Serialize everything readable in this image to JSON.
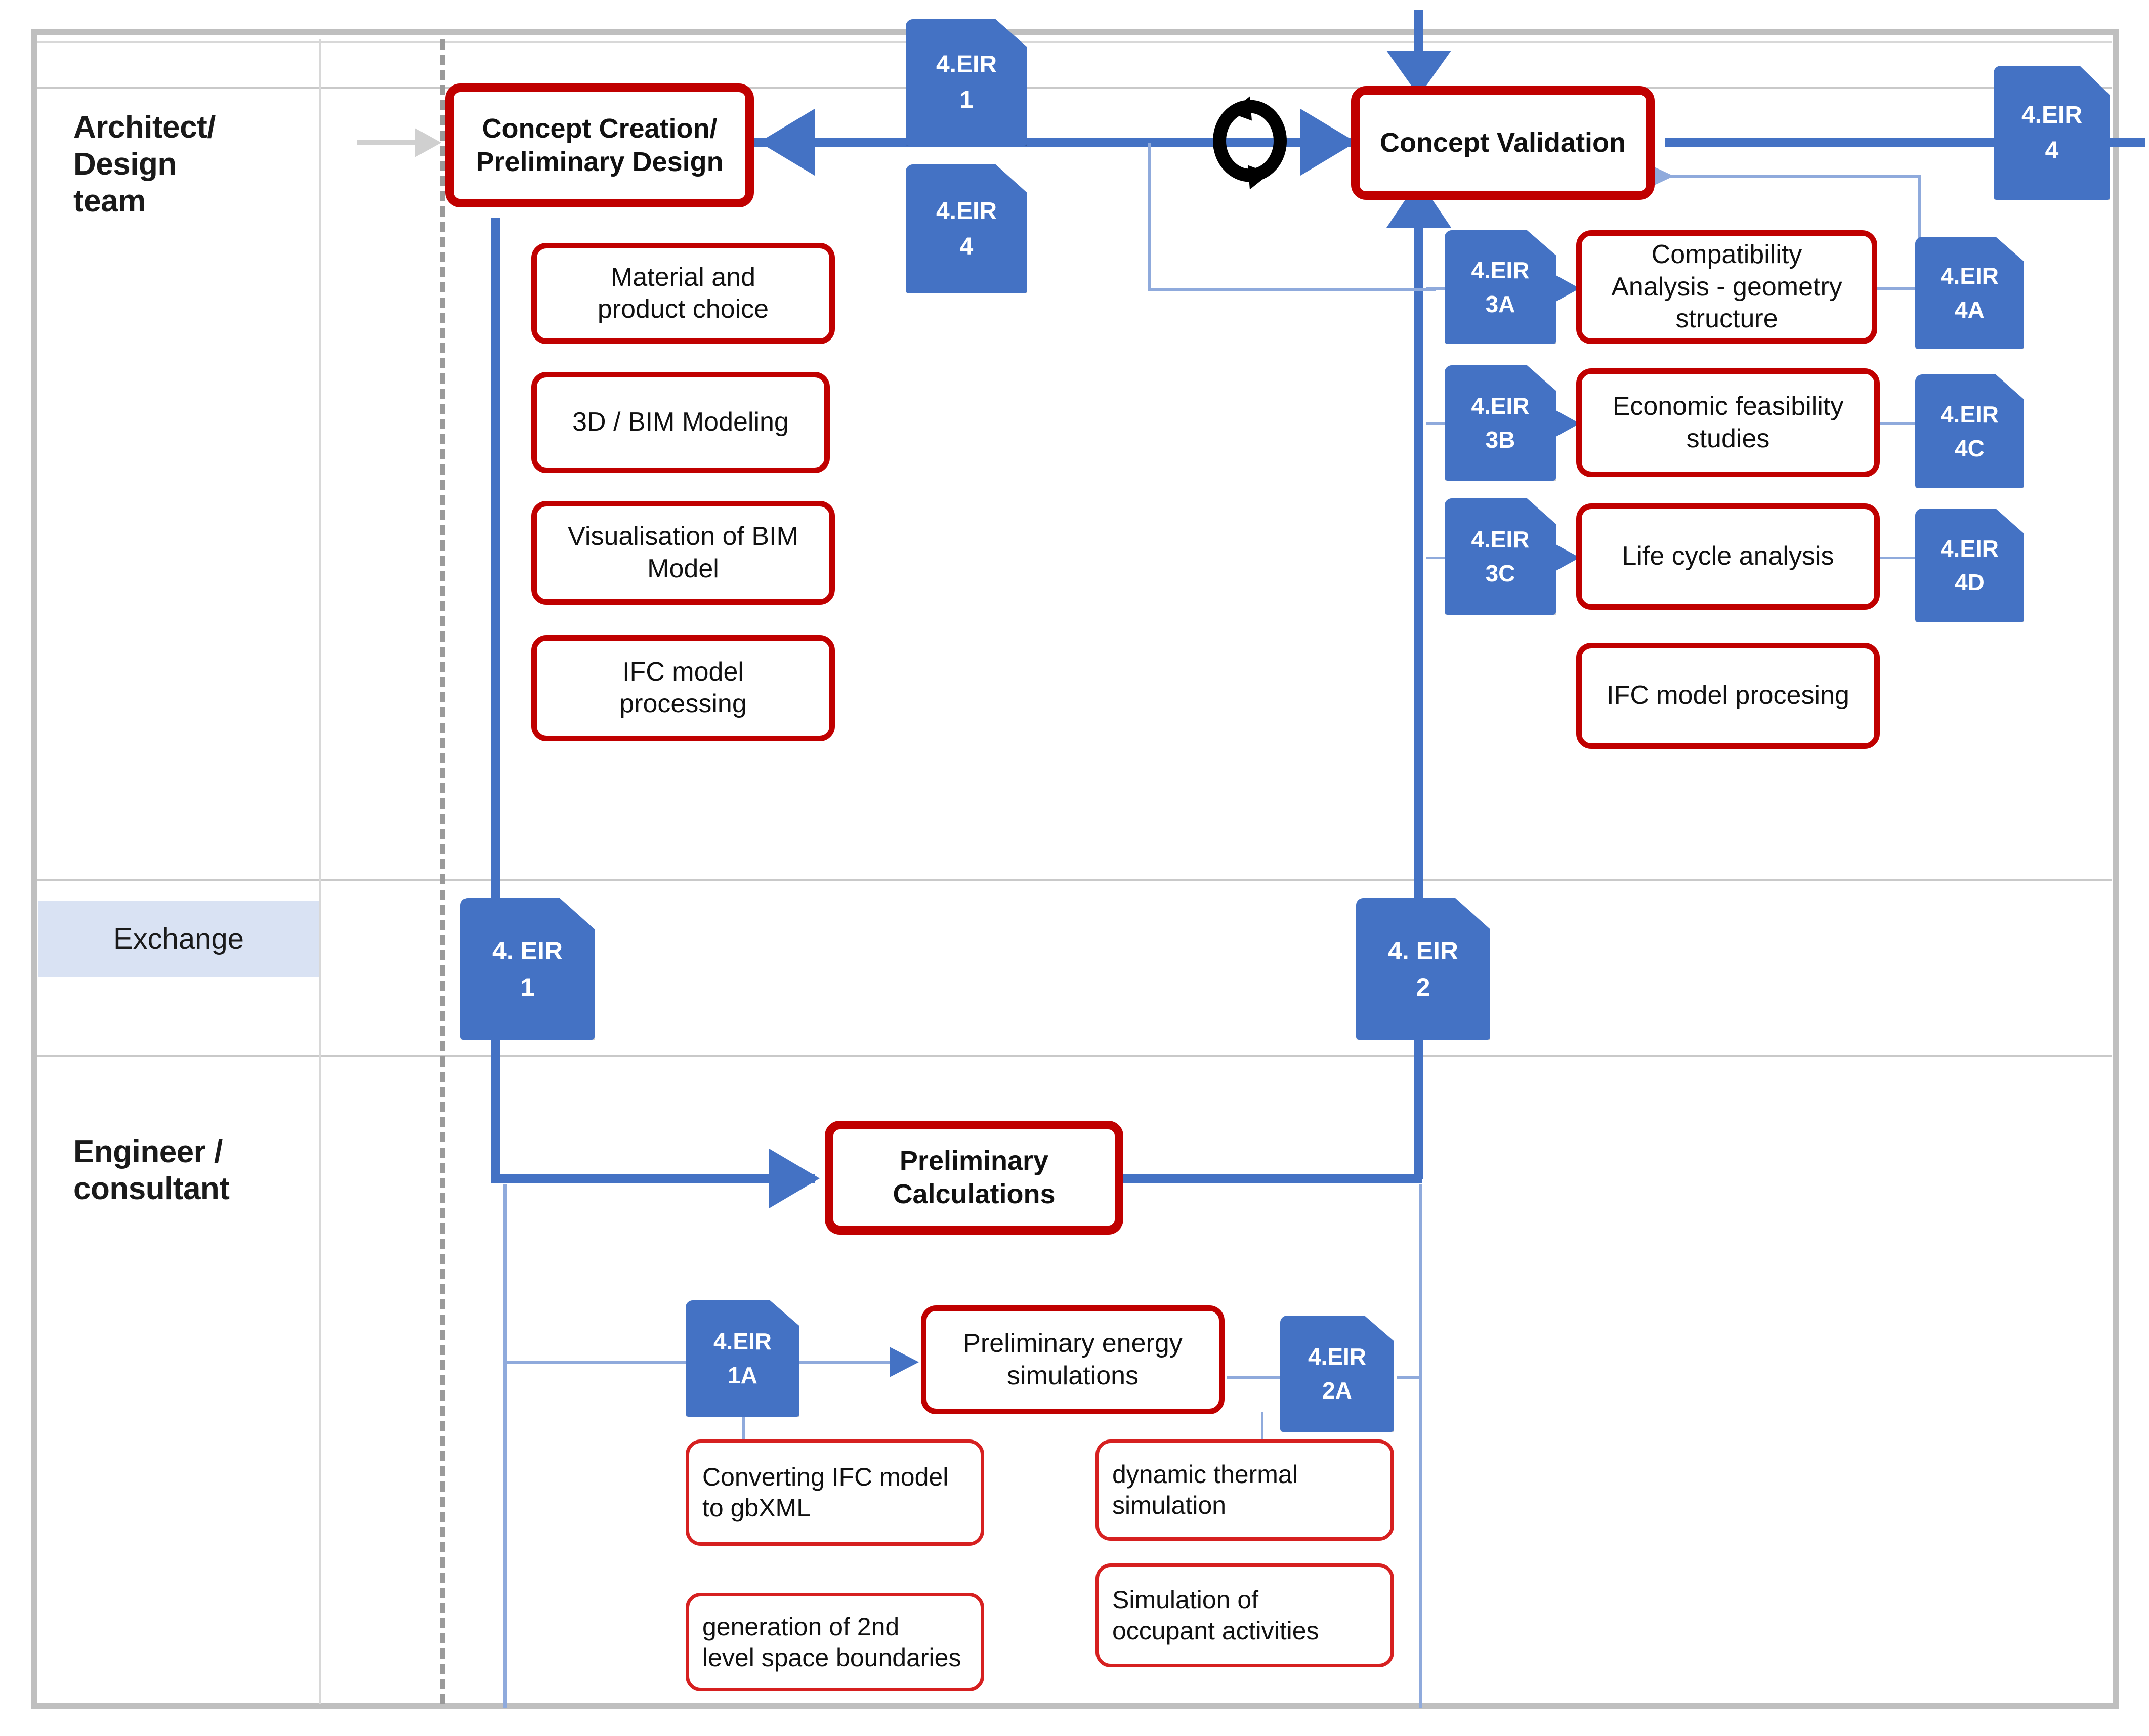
{
  "diagram": {
    "title": "BIM design workflow swimlane diagram",
    "colors": {
      "process_border": "#C00000",
      "eir_marker": "#4472C4",
      "connector_strong": "#4472C4",
      "connector_light": "#8FAADC",
      "exchange_label_bg": "#D9E2F3",
      "frame": "#BFBFBF"
    }
  },
  "lanes": [
    {
      "id": "architect",
      "label": "Architect/\nDesign\nteam"
    },
    {
      "id": "exchange",
      "label": "Exchange"
    },
    {
      "id": "engineer",
      "label": "Engineer /\nconsultant"
    }
  ],
  "lane_labels": {
    "architect_l1": "Architect/",
    "architect_l2": "Design",
    "architect_l3": "team",
    "exchange": "Exchange",
    "engineer_l1": "Engineer /",
    "engineer_l2": "consultant"
  },
  "processes": {
    "concept_creation_l1": "Concept Creation/",
    "concept_creation_l2": "Preliminary Design",
    "concept_validation": "Concept Validation",
    "material_product_l1": "Material and",
    "material_product_l2": "product choice",
    "bim_modeling": "3D / BIM Modeling",
    "visualisation_l1": "Visualisation of BIM",
    "visualisation_l2": "Model",
    "ifc_processing_left_l1": "IFC model",
    "ifc_processing_left_l2": "processing",
    "compatibility_l1": "Compatibility",
    "compatibility_l2": "Analysis - geometry",
    "compatibility_l3": "structure",
    "economic_l1": "Economic feasibility",
    "economic_l2": "studies",
    "life_cycle": "Life cycle analysis",
    "ifc_procesing_right": "IFC model procesing",
    "preliminary_calculations_l1": "Preliminary",
    "preliminary_calculations_l2": "Calculations",
    "preliminary_energy_l1": "Preliminary energy",
    "preliminary_energy_l2": "simulations",
    "converting_ifc_l1": "Converting IFC model",
    "converting_ifc_l2": "to gbXML",
    "generation_2nd_l1": "generation of 2nd",
    "generation_2nd_l2": "level space boundaries",
    "dynamic_thermal_l1": "dynamic thermal",
    "dynamic_thermal_l2": "simulation",
    "simulation_occupant_l1": "Simulation of",
    "simulation_occupant_l2": "occupant activities"
  },
  "eir_markers": {
    "top_eir1_a": "4.EIR",
    "top_eir1_b": "1",
    "top_eir4_a": "4.EIR",
    "top_eir4_b": "4",
    "right_eir4_a": "4.EIR",
    "right_eir4_b": "4",
    "eir3a_a": "4.EIR",
    "eir3a_b": "3A",
    "eir3b_a": "4.EIR",
    "eir3b_b": "3B",
    "eir3c_a": "4.EIR",
    "eir3c_b": "3C",
    "eir4a_a": "4.EIR",
    "eir4a_b": "4A",
    "eir4c_a": "4.EIR",
    "eir4c_b": "4C",
    "eir4d_a": "4.EIR",
    "eir4d_b": "4D",
    "exchange_eir1_a": "4. EIR",
    "exchange_eir1_b": "1",
    "exchange_eir2_a": "4. EIR",
    "exchange_eir2_b": "2",
    "eir1a_a": "4.EIR",
    "eir1a_b": "1A",
    "eir2a_a": "4.EIR",
    "eir2a_b": "2A"
  },
  "icons": {
    "cycle": "cycle-refresh-icon"
  }
}
